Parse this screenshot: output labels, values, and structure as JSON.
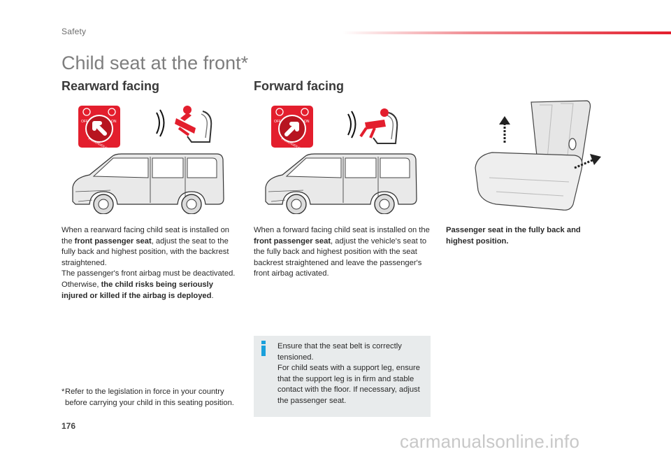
{
  "header": {
    "section": "Safety",
    "title": "Child seat at the front*"
  },
  "colors": {
    "accent": "#e31e2d",
    "badge_bg": "#e31e2d",
    "info_icon": "#1aa0db",
    "info_bg": "#e8ebec"
  },
  "rearward": {
    "heading": "Rearward facing",
    "badge": {
      "off": "OFF",
      "on": "ON",
      "arc_text": "PASSENGER AIRBAG"
    },
    "p1_a": "When a rearward facing child seat is installed on the ",
    "p1_b": "front passenger seat",
    "p1_c": ", adjust the seat to the fully back and highest position, with the backrest straightened.",
    "p2_a": "The passenger's front airbag must be deactivated. Otherwise, ",
    "p2_b": "the child risks being seriously injured or killed if the airbag is deployed",
    "p2_c": "."
  },
  "forward": {
    "heading": "Forward facing",
    "badge": {
      "off": "OFF",
      "on": "ON",
      "arc_text": "PASSENGER AIRBAG"
    },
    "p1_a": "When a forward facing child seat is installed on the ",
    "p1_b": "front passenger seat",
    "p1_c": ", adjust the vehicle's seat to the fully back and highest position with the seat backrest straightened and leave the passenger's front airbag activated."
  },
  "seat_caption": "Passenger seat in the fully back and highest position.",
  "footnote": {
    "marker": "*",
    "text": "Refer to the legislation in force in your country before carrying your child in this seating position."
  },
  "info": {
    "icon": "info-icon",
    "line1": "Ensure that the seat belt is correctly tensioned.",
    "line2": "For child seats with a support leg, ensure that the support leg is in firm and stable contact with the floor. If necessary, adjust the passenger seat."
  },
  "page_number": "176",
  "watermark": "carmanualsonline.info"
}
